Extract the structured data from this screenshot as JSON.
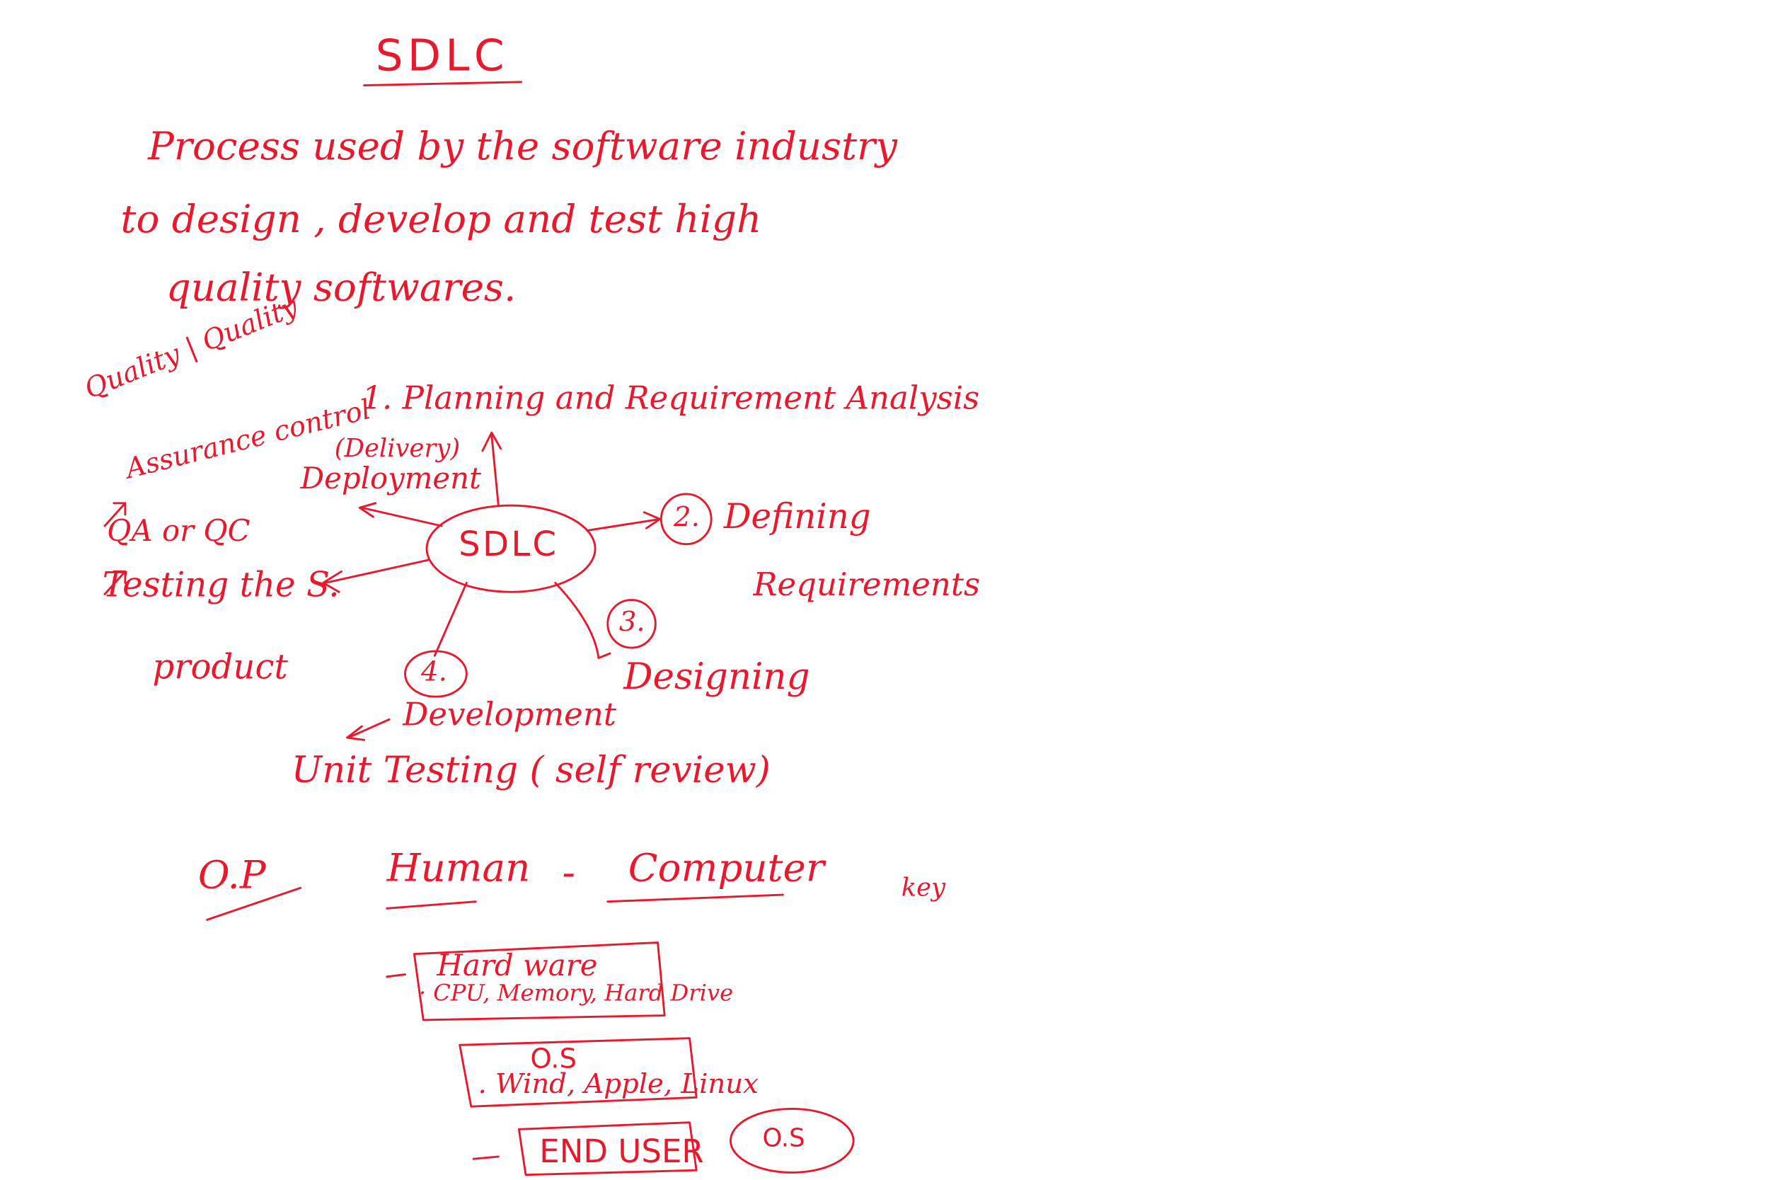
{
  "colors": {
    "ink": "#e8192c",
    "background": "#ffffff"
  },
  "heading": "SDLC",
  "definition": {
    "line1": "Process used by the software industry",
    "line2": "to design , develop and test high",
    "line3": "quality softwares."
  },
  "center_node": "SDLC",
  "phases": {
    "planning": "1. Planning and Requirement Analysis",
    "defining_number": "2.",
    "defining_line1": "Defining",
    "defining_line2": "Requirements",
    "designing_number": "3.",
    "designing": "Designing",
    "development_number": "4.",
    "development": "Development",
    "unit_testing": "Unit Testing ( self review)",
    "testing_line1": "Testing the S.",
    "testing_line2": "product",
    "deployment_top": "(Delivery)",
    "deployment": "Deployment"
  },
  "quality": {
    "line1": "Quality | Quality",
    "line2": "Assurance control",
    "line3": "QA or QC"
  },
  "os_section": {
    "op_label": "O.P",
    "human": "Human",
    "dash": "-",
    "computer": "Computer",
    "key": "key",
    "hardware_title": "Hard ware",
    "hardware_items": "· CPU, Memory, Hard Drive",
    "os_title": "O.S",
    "os_items": ". Wind, Apple, Linux",
    "end_user": "END USER",
    "os_circle": "O.S"
  }
}
